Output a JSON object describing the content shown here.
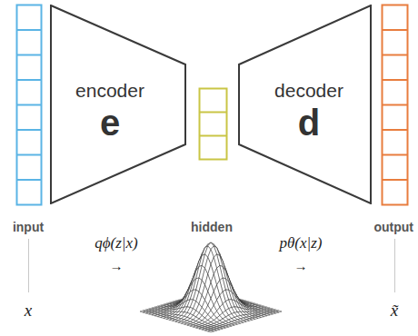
{
  "diagram": {
    "nodes": [
      {
        "text": [
          "encoder",
          "e"
        ]
      },
      {
        "text": [
          "decoder",
          "d"
        ]
      }
    ],
    "labels": [
      "input",
      "hidden",
      "output",
      "qϕ(z|x)",
      "→",
      "pθ(x|z)",
      "→",
      "x",
      "x̃"
    ]
  }
}
